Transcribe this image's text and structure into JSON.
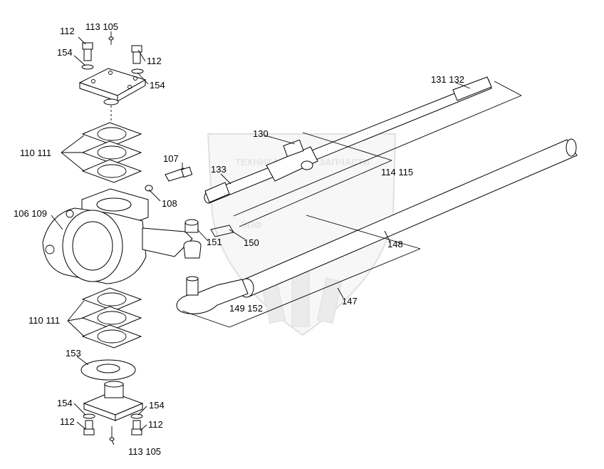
{
  "watermark": {
    "text_top": "ТЕХНИКА",
    "text_right": "ЗАПЧАСТИ",
    "logo": "ЭПФ",
    "color": "#d0d0d0"
  },
  "callouts": {
    "c112_top_left": "112",
    "c113_105_top": "113 105",
    "c154_top_left": "154",
    "c112_top_right": "112",
    "c154_top_right": "154",
    "c110_111_top": "110 111",
    "c107": "107",
    "c108": "108",
    "c106_109": "106 109",
    "c133": "133",
    "c130": "130",
    "c131_132": "131 132",
    "c114_115": "114 115",
    "c151": "151",
    "c150": "150",
    "c148": "148",
    "c147": "147",
    "c149_152": "149 152",
    "c110_111_bottom": "110 111",
    "c153": "153",
    "c154_bottom_left": "154",
    "c154_bottom_right": "154",
    "c112_bottom_left": "112",
    "c112_bottom_right": "112",
    "c113_105_bottom": "113 105"
  }
}
